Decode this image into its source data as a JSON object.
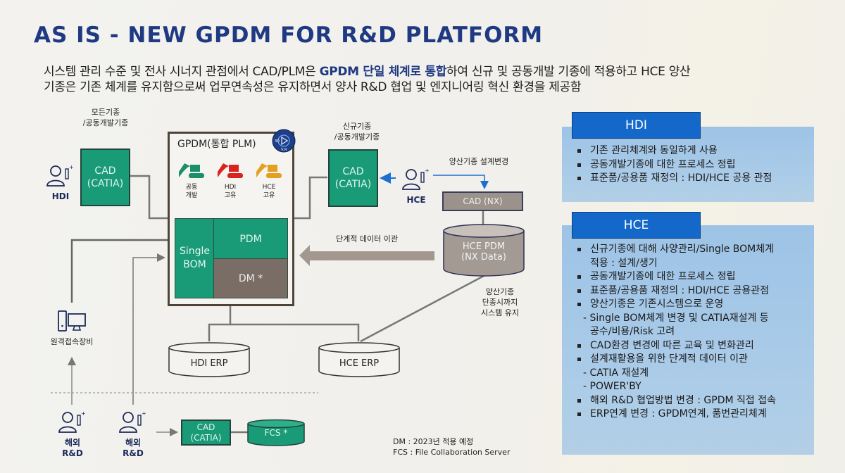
{
  "header": {
    "title": "AS IS - NEW GPDM FOR R&D PLATFORM",
    "subtitle_line1_pre": "시스템 관리 수준 및 전사 시너지 관점에서 CAD/PLM은 ",
    "subtitle_line1_highlight": "GPDM 단일 체계로 통합",
    "subtitle_line1_post": "하여 신규 및 공동개발 기종에 적용하고 HCE 양산",
    "subtitle_line2": "기종은 기존 체계를 유지함으로써 업무연속성은 유지하면서 양사 R&D 협업 및 엔지니어링 혁신 환경을 제공함"
  },
  "diagram": {
    "hdi_group_label_1": "모든기종",
    "hdi_group_label_2": "/공동개발기종",
    "hdi_user_label": "HDI",
    "hdi_cad_line1": "CAD",
    "hdi_cad_line2": "(CATIA)",
    "gpdm_title": "GPDM(통합 PLM)",
    "gpdm_badge_icon": "3dexperience-compass-icon",
    "excavators": [
      {
        "line1": "공동",
        "line2": "개발",
        "color": "#1a8f6a"
      },
      {
        "line1": "HDI",
        "line2": "고유",
        "color": "#d8241c"
      },
      {
        "line1": "HCE",
        "line2": "고유",
        "color": "#e3a020"
      }
    ],
    "single_bom_line1": "Single",
    "single_bom_line2": "BOM",
    "pdm_label": "PDM",
    "dm_label": "DM *",
    "hce_group_label_1": "신규기종",
    "hce_group_label_2": "/공동개발기종",
    "hce_cad_line1": "CAD",
    "hce_cad_line2": "(CATIA)",
    "hce_user_label": "HCE",
    "mass_design_change_label": "양산기종 설계변경",
    "cad_nx_label": "CAD (NX)",
    "hce_pdm_line1": "HCE PDM",
    "hce_pdm_line2": "(NX Data)",
    "migration_label": "단계적 데이터 이관",
    "maintain_line1": "양산기종",
    "maintain_line2": "단종시까지",
    "maintain_line3": "시스템 유지",
    "remote_device_label": "원격접속장비",
    "hdi_erp_label": "HDI ERP",
    "hce_erp_label": "HCE ERP",
    "overseas_1_label": "해외 R&D",
    "overseas_2_label": "해외 R&D",
    "overseas_cad_line1": "CAD",
    "overseas_cad_line2": "(CATIA)",
    "fcs_label": "FCS *",
    "colors": {
      "green": "#1a9b78",
      "brown": "#7a6d65",
      "navy": "#1f3a82",
      "blue_arrow": "#1e6fd0"
    }
  },
  "footnote": {
    "line1": "DM : 2023년 적용 예정",
    "line2": "FCS : File Collaboration Server"
  },
  "panels": {
    "hdi": {
      "title": "HDI",
      "items": [
        {
          "type": "bullet",
          "text": "기존 관리체계와 동일하게 사용"
        },
        {
          "type": "bullet",
          "text": "공동개발기종에 대한 프로세스 정립"
        },
        {
          "type": "bullet",
          "text": "표준품/공용품 재정의 : HDI/HCE 공용 관점"
        }
      ]
    },
    "hce": {
      "title": "HCE",
      "items": [
        {
          "type": "bullet",
          "text": "신규기종에 대해 사양관리/Single BOM체계"
        },
        {
          "type": "cont",
          "text": "적용 : 설계/생기"
        },
        {
          "type": "bullet",
          "text": "공동개발기종에 대한 프로세스 정립"
        },
        {
          "type": "bullet",
          "text": "표준품/공용품 재정의 : HDI/HCE 공용관점"
        },
        {
          "type": "bullet",
          "text": "양산기종은 기존시스템으로 운영"
        },
        {
          "type": "dash",
          "text": "- Single BOM체계 변경 및 CATIA재설계 등"
        },
        {
          "type": "cont",
          "text": "공수/비용/Risk 고려"
        },
        {
          "type": "bullet",
          "text": "CAD환경 변경에 따른 교육 및 변화관리"
        },
        {
          "type": "bullet",
          "text": "설계재활용을 위한 단계적 데이터 이관"
        },
        {
          "type": "dash",
          "text": "- CATIA 재설계"
        },
        {
          "type": "dash",
          "text": "- POWER'BY"
        },
        {
          "type": "bullet",
          "text": "해외 R&D 협업방법 변경 : GPDM 직접 접속"
        },
        {
          "type": "bullet",
          "text": "ERP연계 변경 : GPDM연계, 품번관리체계"
        }
      ]
    }
  }
}
